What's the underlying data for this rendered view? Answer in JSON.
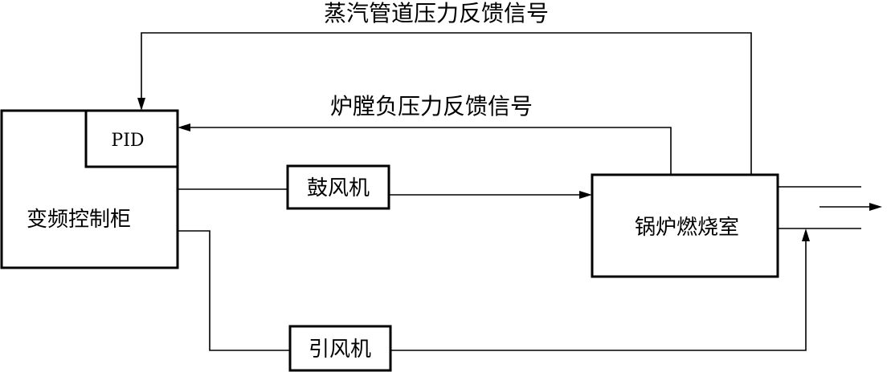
{
  "labels": {
    "steam_feedback": "蒸汽管道压力反馈信号",
    "furnace_feedback": "炉膛负压力反馈信号",
    "pid": "PID",
    "vfd_cabinet": "变频控制柜",
    "blower": "鼓风机",
    "induced_fan": "引风机",
    "boiler": "锅炉燃烧室"
  }
}
